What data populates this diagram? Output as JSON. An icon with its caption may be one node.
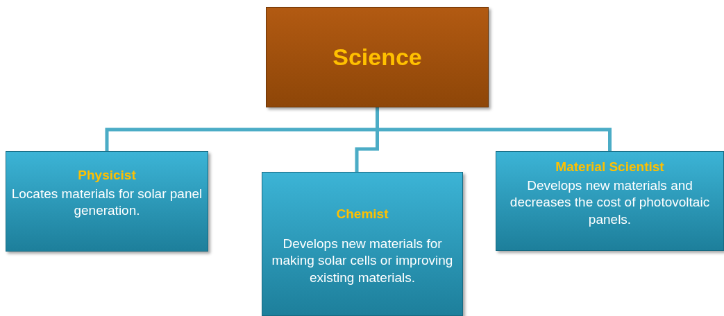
{
  "diagram": {
    "nodes": [
      {
        "text": [
          "Science"
        ]
      },
      {
        "text": [
          "Physicist",
          "Locates materials for solar panel generation."
        ]
      },
      {
        "text": [
          "Chemist",
          "Develops new materials for making solar cells  or improving existing materials."
        ]
      },
      {
        "text": [
          "Material Scientist",
          "Develops new materials and decreases the cost of photovoltaic panels."
        ]
      }
    ],
    "edges": [
      {
        "from": 0,
        "to": 1,
        "arrow": "none"
      },
      {
        "from": 0,
        "to": 2,
        "arrow": "none"
      },
      {
        "from": 0,
        "to": 3,
        "arrow": "none"
      }
    ]
  }
}
